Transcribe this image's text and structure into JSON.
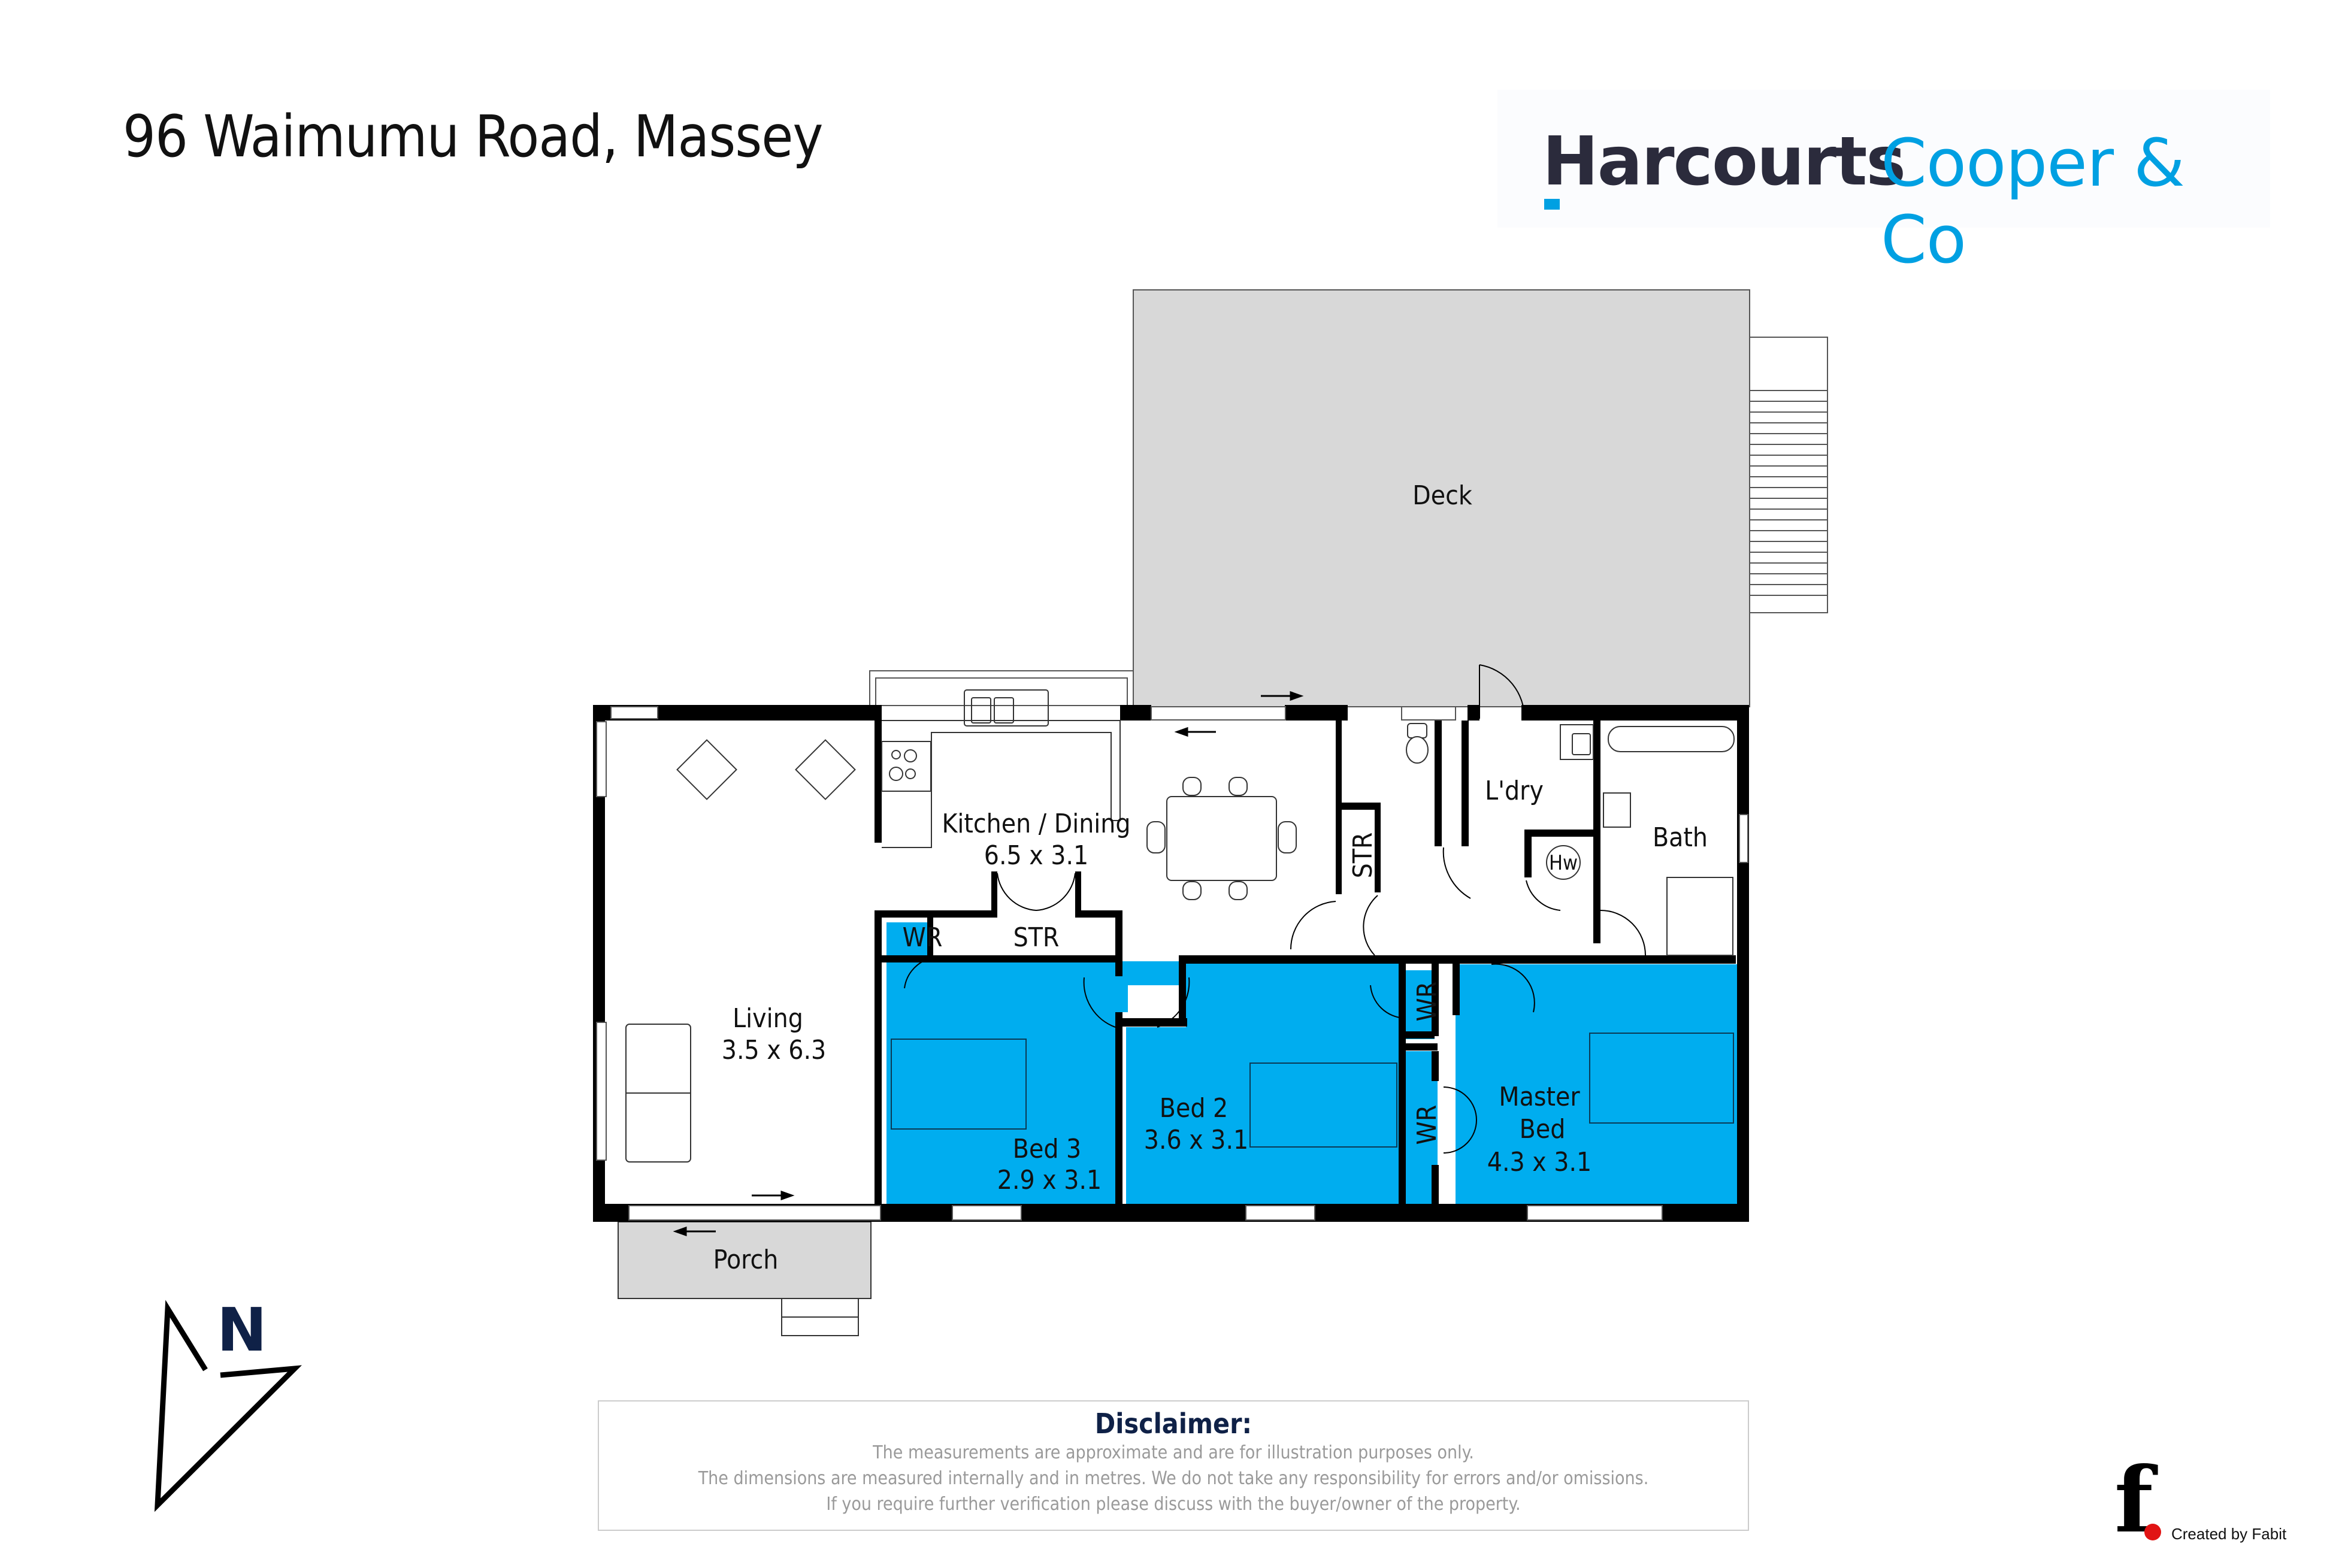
{
  "header": {
    "address": "96 Waimumu Road, Massey"
  },
  "brand": {
    "name_primary": "Harcourts",
    "name_secondary": "Cooper & Co",
    "primary_color": "#2b2b3c",
    "accent_color": "#00a0e2"
  },
  "floorplan": {
    "bedroom_fill": "#00adef",
    "outdoor_fill": "#d8d8d8",
    "wall_color": "#000000",
    "rooms": {
      "deck": {
        "name": "Deck"
      },
      "kitchen": {
        "name": "Kitchen / Dining",
        "dims": "6.5 x 3.1"
      },
      "living": {
        "name": "Living",
        "dims": "3.5 x 6.3"
      },
      "porch": {
        "name": "Porch"
      },
      "bed3": {
        "name": "Bed 3",
        "dims": "2.9 x 3.1"
      },
      "bed2": {
        "name": "Bed 2",
        "dims": "3.6 x 3.1"
      },
      "master": {
        "name_line1": "Master",
        "name_line2": "Bed",
        "dims": "4.3 x 3.1"
      },
      "laundry": {
        "name": "L'dry"
      },
      "bath": {
        "name": "Bath"
      },
      "hw": {
        "name": "Hw"
      },
      "wr_bed3": {
        "name": "WR"
      },
      "str_kitchen": {
        "name": "STR"
      },
      "str_hall": {
        "name": "STR"
      },
      "wr_bed2": {
        "name": "WR"
      },
      "wr_master": {
        "name": "WR"
      }
    }
  },
  "compass": {
    "label": "N"
  },
  "disclaimer": {
    "title": "Disclaimer:",
    "lines": [
      "The measurements are approximate and are for illustration purposes only.",
      "The dimensions are measured internally and in metres. We do not take any responsibility for errors and/or omissions.",
      "If you require further verification please discuss with the buyer/owner of the property."
    ]
  },
  "credit": {
    "logo_letter": "f",
    "text": "Created by Fabit"
  }
}
